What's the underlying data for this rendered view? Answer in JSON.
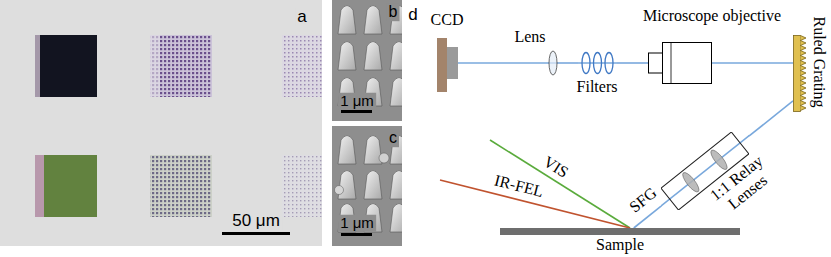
{
  "diagram": {
    "nodes": [
      {
        "text": [
          "CCD"
        ]
      },
      {
        "text": [
          "Lens"
        ]
      },
      {
        "text": [
          "Filters"
        ]
      },
      {
        "text": [
          "Microscope objective"
        ]
      },
      {
        "text": [
          "Ruled Grating"
        ]
      },
      {
        "text": [
          "1:1 Relay Lenses"
        ]
      },
      {
        "text": [
          "Sample"
        ]
      }
    ],
    "edges": [
      {
        "from": 6,
        "to": 5,
        "label": "SFG",
        "arrow": "none"
      },
      {
        "from": 5,
        "to": 4,
        "arrow": "none"
      },
      {
        "from": 4,
        "to": 3,
        "arrow": "none"
      },
      {
        "from": 3,
        "to": 2,
        "arrow": "none"
      },
      {
        "from": 2,
        "to": 1,
        "arrow": "none"
      },
      {
        "from": 1,
        "to": 0,
        "arrow": "none"
      }
    ],
    "labels": [
      "a",
      "50 μm",
      "b",
      "1 μm",
      "c",
      "1 μm",
      "d",
      "VIS",
      "IR-FEL"
    ]
  }
}
